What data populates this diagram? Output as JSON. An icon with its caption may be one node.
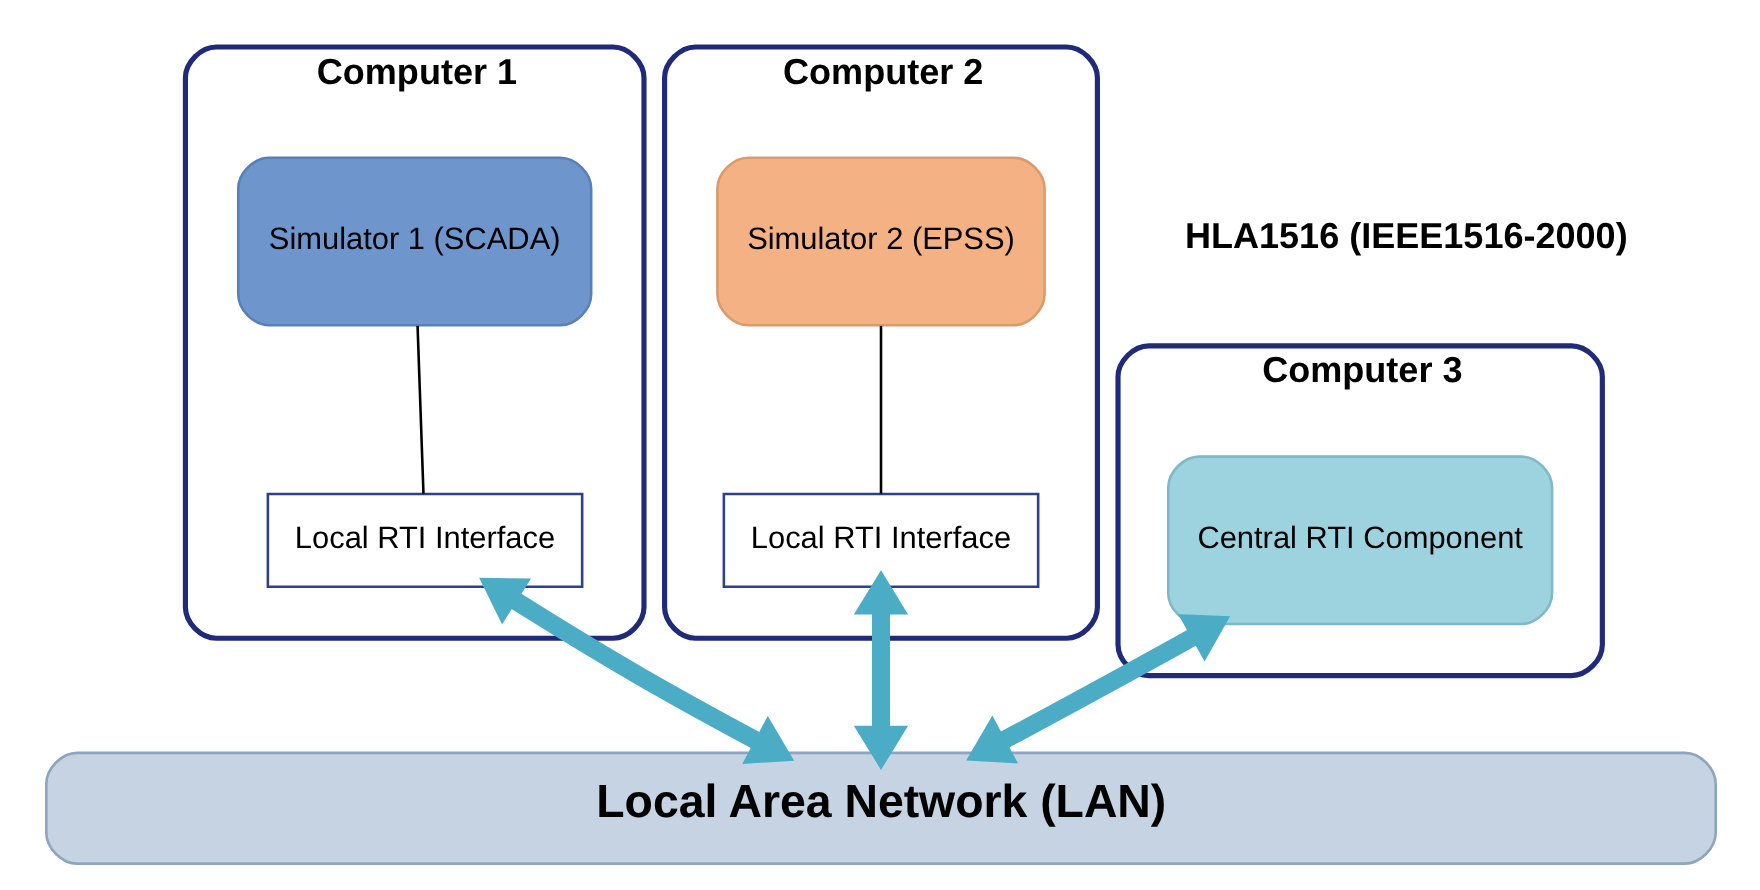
{
  "diagram": {
    "nodes": [
      {
        "text": [
          "Computer 1"
        ]
      },
      {
        "text": [
          "Simulator 1 (SCADA)"
        ],
        "in": 0
      },
      {
        "text": [
          "Local RTI Interface"
        ],
        "in": 0
      },
      {
        "text": [
          "Computer 2"
        ]
      },
      {
        "text": [
          "Simulator 2 (EPSS)"
        ],
        "in": 3
      },
      {
        "text": [
          "Local RTI Interface"
        ],
        "in": 3
      },
      {
        "text": [
          "Computer 3"
        ]
      },
      {
        "text": [
          "Central RTI Component"
        ],
        "in": 6
      },
      {
        "text": [
          "Local Area Network (LAN)"
        ]
      }
    ],
    "edges": [
      {
        "from": 1,
        "to": 2,
        "arrow": "none",
        "color": "#000000"
      },
      {
        "from": 4,
        "to": 5,
        "arrow": "none",
        "color": "#000000"
      },
      {
        "from": 2,
        "to": 8,
        "arrow": "both",
        "color": "#4bacc6"
      },
      {
        "from": 5,
        "to": 8,
        "arrow": "both",
        "color": "#4bacc6"
      },
      {
        "from": 7,
        "to": 8,
        "arrow": "both",
        "color": "#4bacc6"
      }
    ],
    "labels": [
      "HLA1516 (IEEE1516-2000)"
    ]
  }
}
